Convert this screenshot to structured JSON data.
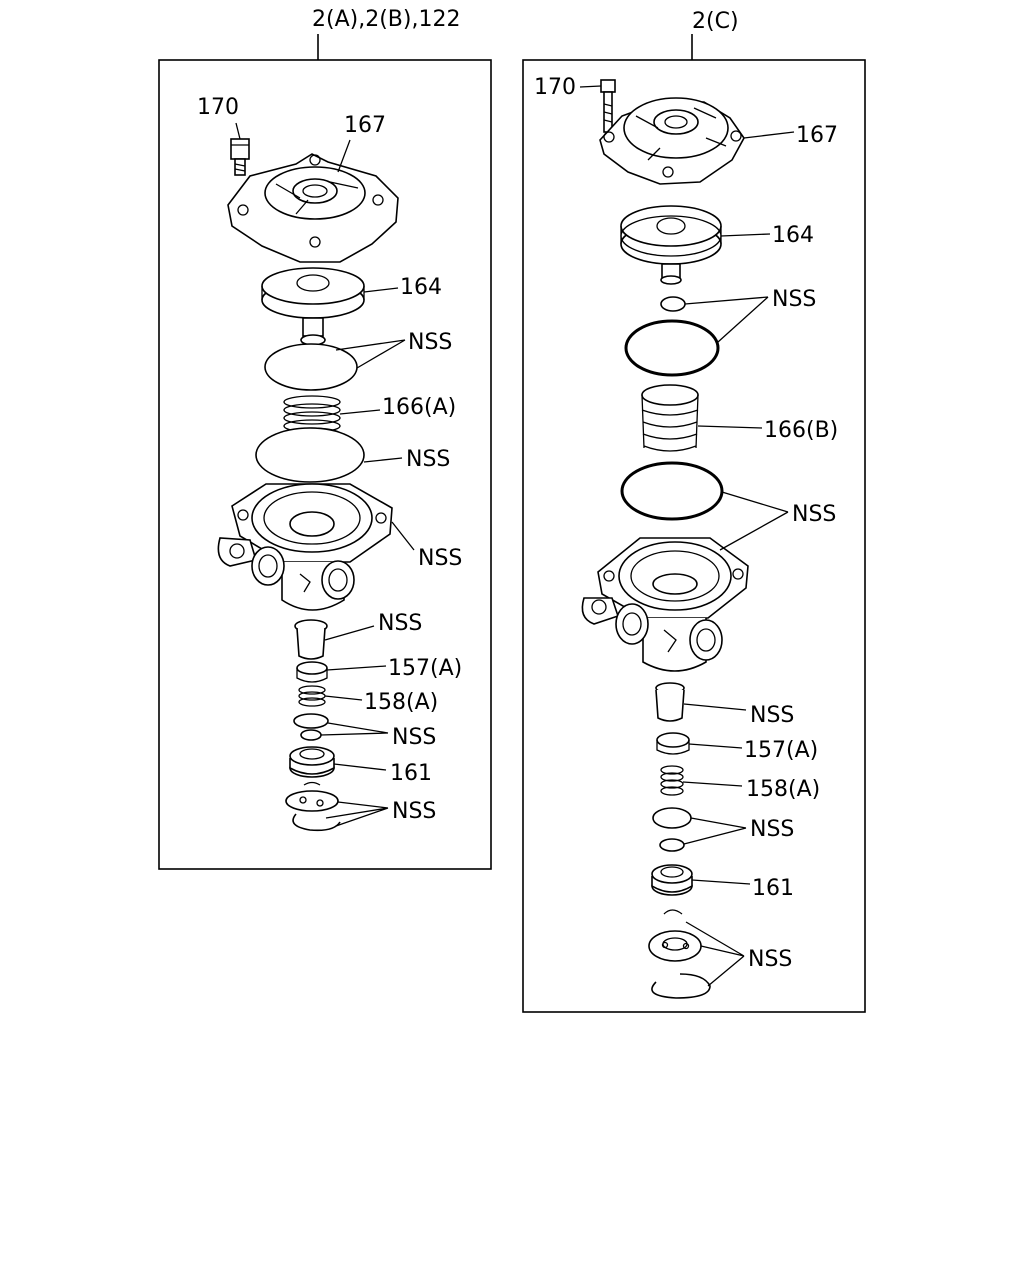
{
  "panels": {
    "left": {
      "title": "2(A),2(B),122",
      "labels": {
        "p170": "170",
        "p167": "167",
        "p164": "164",
        "nss1": "NSS",
        "p166": "166(A)",
        "nss2": "NSS",
        "nss3": "NSS",
        "nss4": "NSS",
        "p157": "157(A)",
        "p158": "158(A)",
        "nss5": "NSS",
        "p161": "161",
        "nss6": "NSS"
      }
    },
    "right": {
      "title": "2(C)",
      "labels": {
        "p170": "170",
        "p167": "167",
        "p164": "164",
        "nss1": "NSS",
        "p166": "166(B)",
        "nss2": "NSS",
        "nss3": "NSS",
        "p157": "157(A)",
        "p158": "158(A)",
        "nss4": "NSS",
        "p161": "161",
        "nss5": "NSS"
      }
    }
  }
}
